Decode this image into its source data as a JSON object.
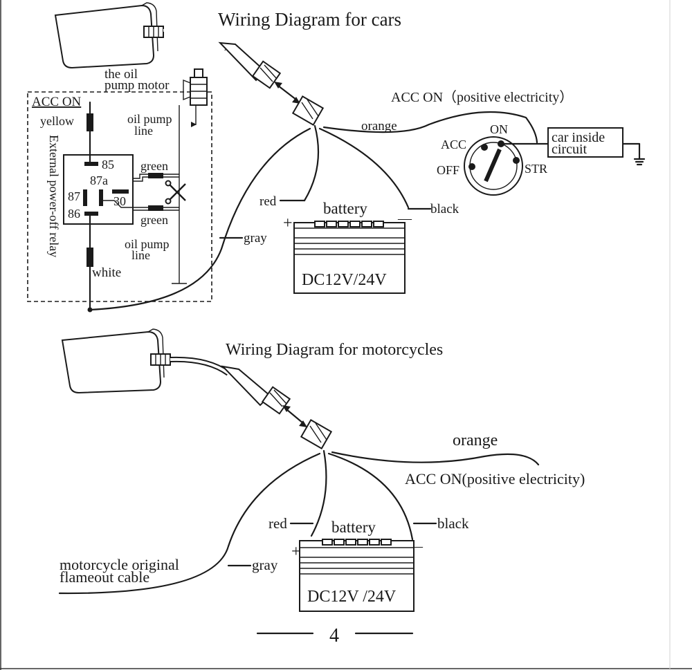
{
  "page_number": "4",
  "car": {
    "title": "Wiring Diagram for cars",
    "oil_motor_line1": "the oil",
    "oil_motor_line2": "pump motor",
    "acc_on": "ACC  ON",
    "yellow": "yellow",
    "oil_pump_line_top_1": "oil pump",
    "oil_pump_line_top_2": "line",
    "relay_label": "External power-off relay",
    "pin_85": "85",
    "pin_87a": "87a",
    "pin_87": "87",
    "pin_30": "30",
    "pin_86": "86",
    "green_top": "green",
    "green_bottom": "green",
    "oil_pump_line_bot_1": "oil pump",
    "oil_pump_line_bot_2": "line",
    "white": "white",
    "gray": "gray",
    "red": "red",
    "plus": "+",
    "minus": "—",
    "black": "black",
    "orange": "orange",
    "acc_on_pos": "ACC ON（positive electricity）",
    "ign_acc": "ACC",
    "ign_on": "ON",
    "ign_off": "OFF",
    "ign_str": "STR",
    "car_inside_1": "car inside",
    "car_inside_2": "circuit",
    "battery_title": "battery",
    "battery_volt": "DC12V/24V"
  },
  "moto": {
    "title": "Wiring Diagram for motorcycles",
    "orange": "orange",
    "acc_on_pos": "ACC ON(positive electricity)",
    "red": "red",
    "plus": "+",
    "minus": "—",
    "black": "black",
    "gray": "gray",
    "flameout_1": "motorcycle original",
    "flameout_2": "flameout cable",
    "battery_title": "battery",
    "battery_volt": "DC12V /24V"
  }
}
